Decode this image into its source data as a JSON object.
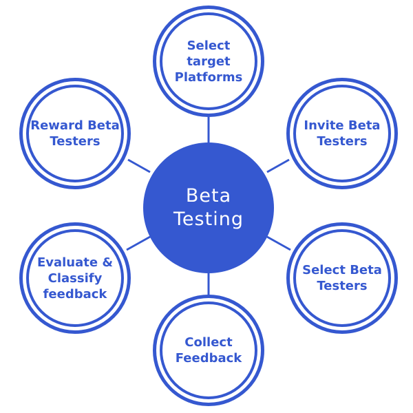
{
  "diagram": {
    "hub": {
      "label": "Beta Testing"
    },
    "nodes": [
      {
        "id": "top",
        "label": "Select target Platforms"
      },
      {
        "id": "tr",
        "label": "Invite Beta Testers"
      },
      {
        "id": "br",
        "label": "Select Beta Testers"
      },
      {
        "id": "bottom",
        "label": "Collect Feedback"
      },
      {
        "id": "bl",
        "label": "Evaluate & Classify feedback"
      },
      {
        "id": "tl",
        "label": "Reward Beta Testers"
      }
    ]
  },
  "colors": {
    "primary": "#3558d0",
    "background": "#ffffff",
    "hub_text": "#ffffff"
  }
}
